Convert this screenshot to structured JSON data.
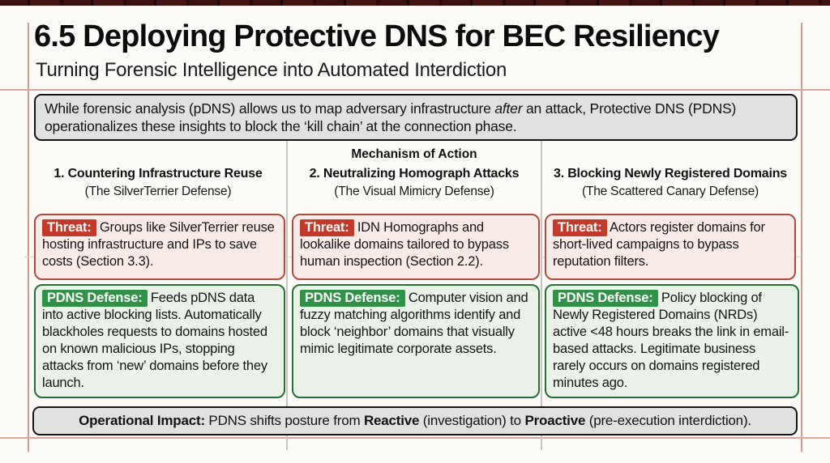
{
  "page": {
    "title": "6.5 Deploying Protective DNS for BEC Resiliency",
    "subtitle": "Turning Forensic Intelligence into Automated Interdiction"
  },
  "intro": {
    "before_italic": "While forensic analysis (pDNS) allows us to map adversary infrastructure ",
    "italic": "after",
    "after_italic": " an attack, Protective DNS (PDNS) operationalizes these insights to block the ‘kill chain’ at the connection phase."
  },
  "mechanism_header": "Mechanism of Action",
  "columns": [
    {
      "title": "1. Countering Infrastructure Reuse",
      "subtitle": "(The SilverTerrier Defense)",
      "threat_label": "Threat:",
      "threat_text": "Groups like SilverTerrier reuse hosting infrastructure and IPs to save costs (Section 3.3).",
      "defense_label": "PDNS Defense:",
      "defense_text": "Feeds pDNS data into active blocking lists. Automatically blackholes requests to domains hosted on known malicious IPs, stopping attacks from ‘new’ domains before they launch."
    },
    {
      "title": "2. Neutralizing Homograph Attacks",
      "subtitle": "(The Visual Mimicry Defense)",
      "threat_label": "Threat:",
      "threat_text": "IDN Homographs and lookalike domains tailored to bypass human inspection (Section 2.2).",
      "defense_label": "PDNS Defense:",
      "defense_text": "Computer vision and fuzzy matching algorithms identify and block ‘neighbor’ domains that visually mimic legitimate corporate assets."
    },
    {
      "title": "3. Blocking Newly Registered Domains",
      "subtitle": "(The Scattered Canary Defense)",
      "threat_label": "Threat:",
      "threat_text": "Actors register domains for short-lived campaigns to bypass reputation filters.",
      "defense_label": "PDNS Defense:",
      "defense_text": "Policy blocking of Newly Registered Domains (NRDs) active <48 hours breaks the link in email-based attacks. Legitimate business rarely occurs on domains registered minutes ago."
    }
  ],
  "impact": {
    "label": "Operational Impact:",
    "s1": " PDNS shifts posture from ",
    "reactive": "Reactive",
    "s2": " (investigation) to ",
    "proactive": "Proactive",
    "s3": " (pre-execution interdiction)."
  },
  "colors": {
    "accent_red": "#c43a2a",
    "accent_green": "#2f9247",
    "threat_bg": "#f9ece8",
    "threat_border": "#b04a3e",
    "defense_bg": "#ebf2ea",
    "defense_border": "#256f34",
    "panel_bg": "#e1e1df",
    "guide_line": "#d49a90",
    "top_bar": "#3c0f0c"
  }
}
